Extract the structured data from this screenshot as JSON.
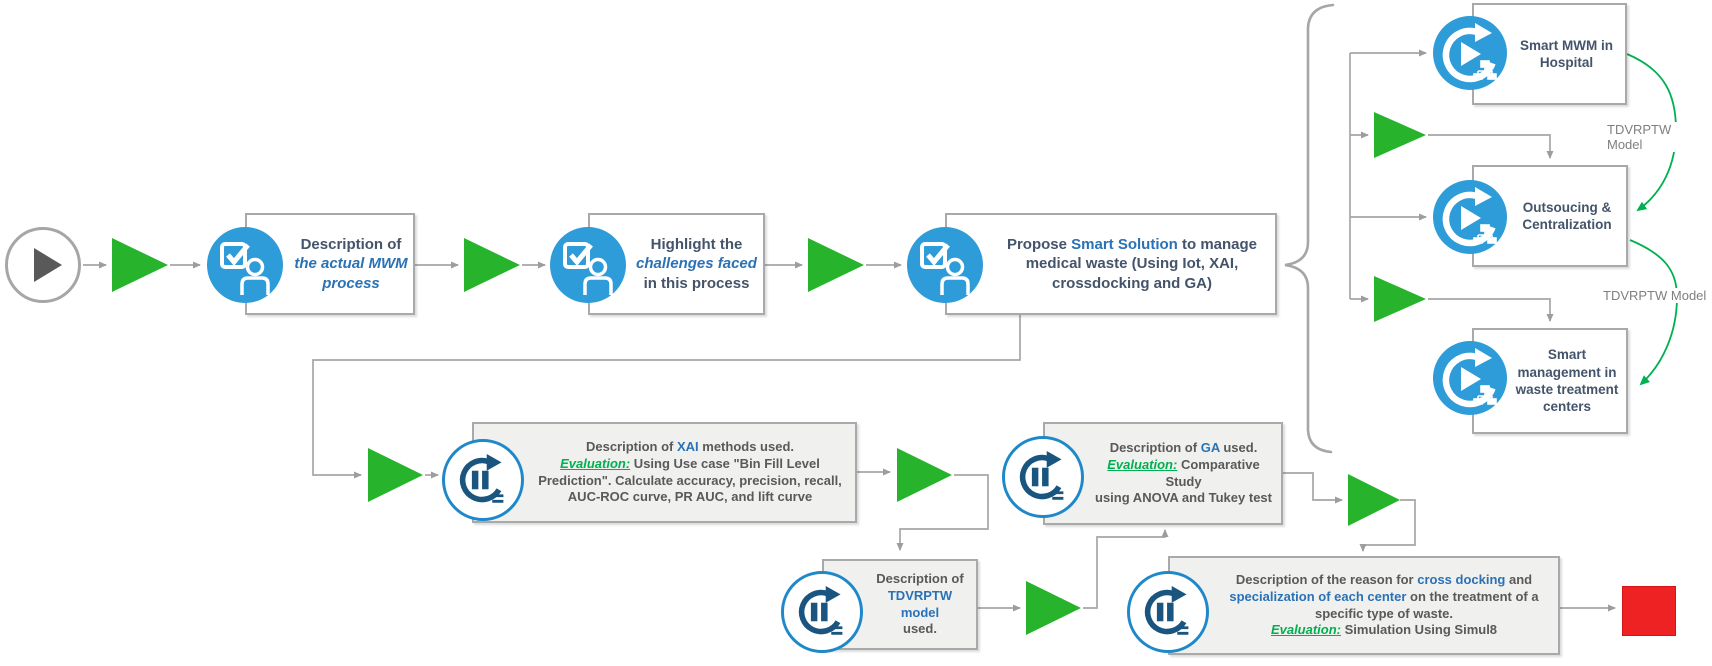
{
  "diagram": {
    "start_node": {
      "icon": "play-icon"
    },
    "end_node": {
      "icon": "red-stop-square"
    },
    "main_row": {
      "box1": {
        "prefix": "Description of ",
        "emphasis": "the actual MWM process"
      },
      "box2": {
        "prefix": "Highlight the ",
        "emphasis": "challenges faced",
        "suffix": " in this process"
      },
      "box3": {
        "prefix": "Propose ",
        "emphasis": "Smart Solution",
        "suffix": " to manage medical waste (Using Iot, XAI, crossdocking and GA)"
      }
    },
    "right_branch": {
      "box_hospital": "Smart MWM in Hospital",
      "box_outsourcing": "Outsoucing & Centralization",
      "box_treatment": "Smart management in waste treatment centers",
      "label_model_1": "TDVRPTW Model",
      "label_model_2": "TDVRPTW Model"
    },
    "bottom_row": {
      "box_xai": {
        "l1a": "Description of ",
        "l1b": "XAI",
        "l1c": " methods used.",
        "ev": "Evaluation:",
        "body": " Using Use case \"Bin Fill Level Prediction\". Calculate accuracy, precision, recall, AUC-ROC curve, PR AUC, and lift curve"
      },
      "box_ga": {
        "l1a": "Description of ",
        "l1b": "GA",
        "l1c": " used.",
        "ev": "Evaluation:",
        "l2": " Comparative Study",
        "l3": "using ANOVA and Tukey test"
      },
      "box_tdvrptw": {
        "l1": "Description of",
        "l2": "TDVRPTW model",
        "l3": "used."
      },
      "box_cross": {
        "p1": "Description of the reason for ",
        "p2": "cross docking",
        "p3": " and ",
        "p4": "specialization of each center",
        "p5": " on the treatment of a specific type of waste.",
        "ev": "Evaluation:",
        "p6": " Simulation Using Simul8"
      }
    },
    "icons": {
      "task": "user-task-check-icon",
      "subprocess": "loop-play-network-icon",
      "loop_pause": "loop-pause-icon"
    },
    "colors": {
      "arrow_green": "#27b42c",
      "node_blue": "#2e9cd9",
      "ring_blue": "#1f88c9",
      "glyph_navy": "#19557f",
      "text_dark": "#44546a",
      "text_gray": "#595959",
      "accent_blue": "#2a72b5",
      "evaluation_green": "#00b050",
      "line_gray": "#a6a6a6",
      "end_red": "#ee2123"
    }
  }
}
